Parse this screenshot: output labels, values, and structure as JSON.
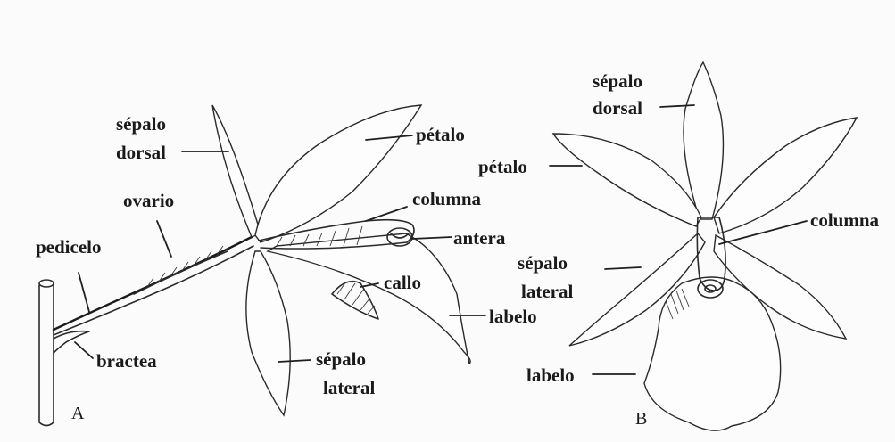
{
  "figure_a": {
    "letter": "A",
    "labels": {
      "sepalo_dorsal_1": "sépalo",
      "sepalo_dorsal_2": "dorsal",
      "petalo": "pétalo",
      "ovario": "ovario",
      "columna": "columna",
      "pedicelo": "pedicelo",
      "antera": "antera",
      "callo": "callo",
      "labelo": "labelo",
      "bractea": "bractea",
      "sepalo_lateral_1": "sépalo",
      "sepalo_lateral_2": "lateral"
    }
  },
  "figure_b": {
    "letter": "B",
    "labels": {
      "sepalo_dorsal_1": "sépalo",
      "sepalo_dorsal_2": "dorsal",
      "petalo": "pétalo",
      "columna": "columna",
      "sepalo_lateral_1": "sépalo",
      "sepalo_lateral_2": "lateral",
      "labelo": "labelo"
    }
  }
}
